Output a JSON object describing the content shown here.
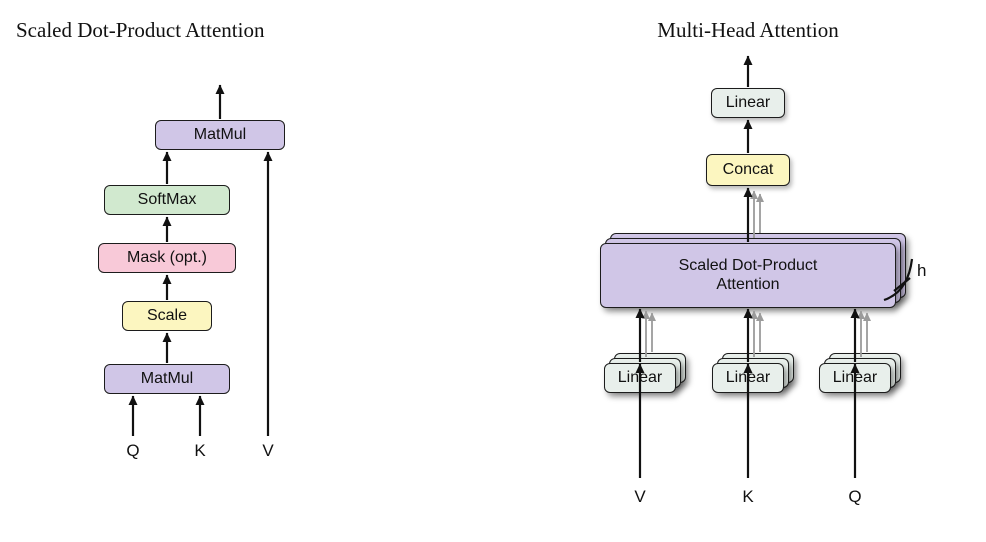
{
  "figure": {
    "left": {
      "title": "Scaled Dot-Product Attention",
      "boxes": {
        "matmul_top": "MatMul",
        "softmax": "SoftMax",
        "mask": "Mask (opt.)",
        "scale": "Scale",
        "matmul_bottom": "MatMul"
      },
      "inputs": {
        "q": "Q",
        "k": "K",
        "v": "V"
      }
    },
    "right": {
      "title": "Multi-Head Attention",
      "boxes": {
        "linear_out": "Linear",
        "concat": "Concat",
        "attention": "Scaled Dot-Product Attention",
        "linear_v": "Linear",
        "linear_k": "Linear",
        "linear_q": "Linear"
      },
      "head_count_label": "h",
      "inputs": {
        "v": "V",
        "k": "K",
        "q": "Q"
      }
    }
  },
  "colors": {
    "purple": "#d0c6e7",
    "green": "#d1e9cf",
    "pink": "#f8c9d8",
    "yellow": "#fcf6c0",
    "linear_gray": "#e8efeb",
    "border": "#1c1c1c",
    "arrow_black": "#111111",
    "arrow_gray": "#9b9b9b",
    "text": "#111111",
    "background": "#ffffff"
  }
}
